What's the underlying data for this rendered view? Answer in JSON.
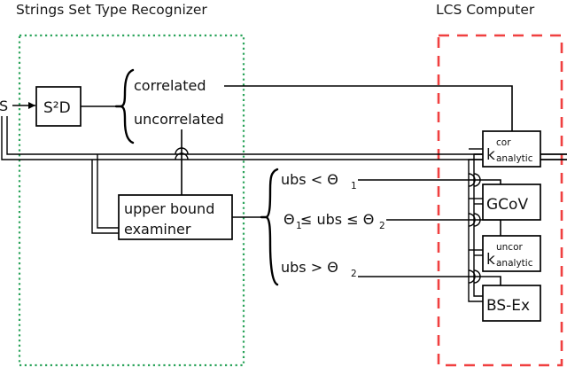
{
  "titles": {
    "left": "Strings Set Type Recognizer",
    "right": "LCS Computer"
  },
  "input": {
    "label": "S"
  },
  "blocks": {
    "s2d": {
      "label": "S²D"
    },
    "ube_line1": "upper bound",
    "ube_line2": "examiner",
    "kcor": {
      "base": "k",
      "sup": "cor",
      "sub": "analytic"
    },
    "gcov": {
      "label": "GCoV"
    },
    "kuncor": {
      "base": "k",
      "sup": "uncor",
      "sub": "analytic"
    },
    "bsex": {
      "label": "BS-Ex"
    }
  },
  "branches": {
    "correlated": "correlated",
    "uncorrelated": "uncorrelated",
    "cond1": "ubs < Θ",
    "cond1_sub": "1",
    "cond2_a": "Θ",
    "cond2_a_sub": "1",
    "cond2_b": "≤ ubs ≤ Θ",
    "cond2_b_sub": "2",
    "cond3": "ubs > Θ",
    "cond3_sub": "2"
  },
  "colors": {
    "recognizer_border": "#2aa35a",
    "lcs_border": "#f04040",
    "wire": "#000000",
    "text": "#111111",
    "background": "#ffffff"
  }
}
